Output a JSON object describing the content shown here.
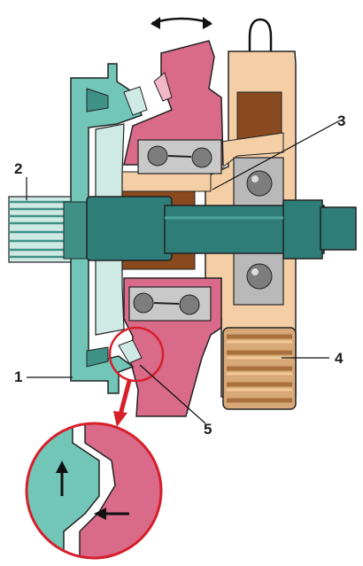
{
  "labels": {
    "l1": "1",
    "l2": "2",
    "l3": "3",
    "l4": "4",
    "l5": "5"
  },
  "colors": {
    "teal": "#72c6b8",
    "teal_dark": "#3f9186",
    "pink": "#d96a8a",
    "pink_dark": "#b84e6e",
    "tan": "#f4cfa6",
    "brown": "#8a4a1f",
    "gear": "#d8a878",
    "shaft": "#2e7d78",
    "red": "#d61f2a"
  },
  "icons": {
    "rotation_arrow": "curved-rotation-arrow-icon",
    "axial_arrow": "double-headed-arrow-icon"
  }
}
